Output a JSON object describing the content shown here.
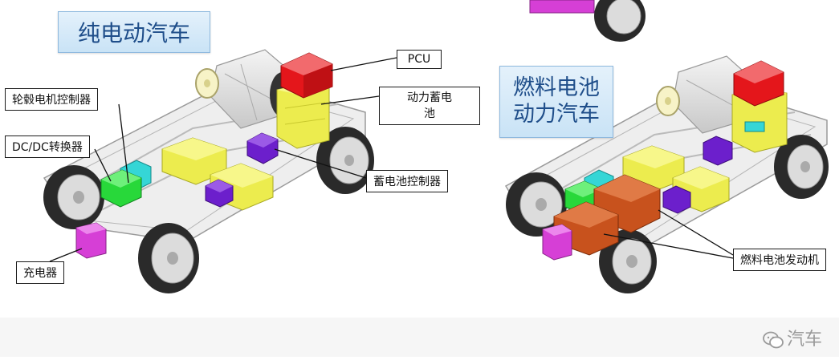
{
  "left_title": "纯电动汽车",
  "right_title_line1": "燃料电池",
  "right_title_line2": "动力汽车",
  "labels": {
    "pcu": "PCU",
    "battery_line1": "动力蓄电",
    "battery_line2": "池",
    "wheel_controller": "轮毂电机控制器",
    "dcdc": "DC/DC转换器",
    "charger": "充电器",
    "battery_controller": "蓄电池控制器",
    "fuel_cell_engine": "燃料电池发动机"
  },
  "watermark_text": "汽车",
  "colors": {
    "pcu": "#e4161b",
    "battery": "#ecec4e",
    "controller": "#28d83a",
    "converter": "#35d6d6",
    "charger": "#d63fd6",
    "battery_controller": "#6c1fcc",
    "fuel_cell": "#c8521d",
    "title_text": "#1f4e8a"
  }
}
